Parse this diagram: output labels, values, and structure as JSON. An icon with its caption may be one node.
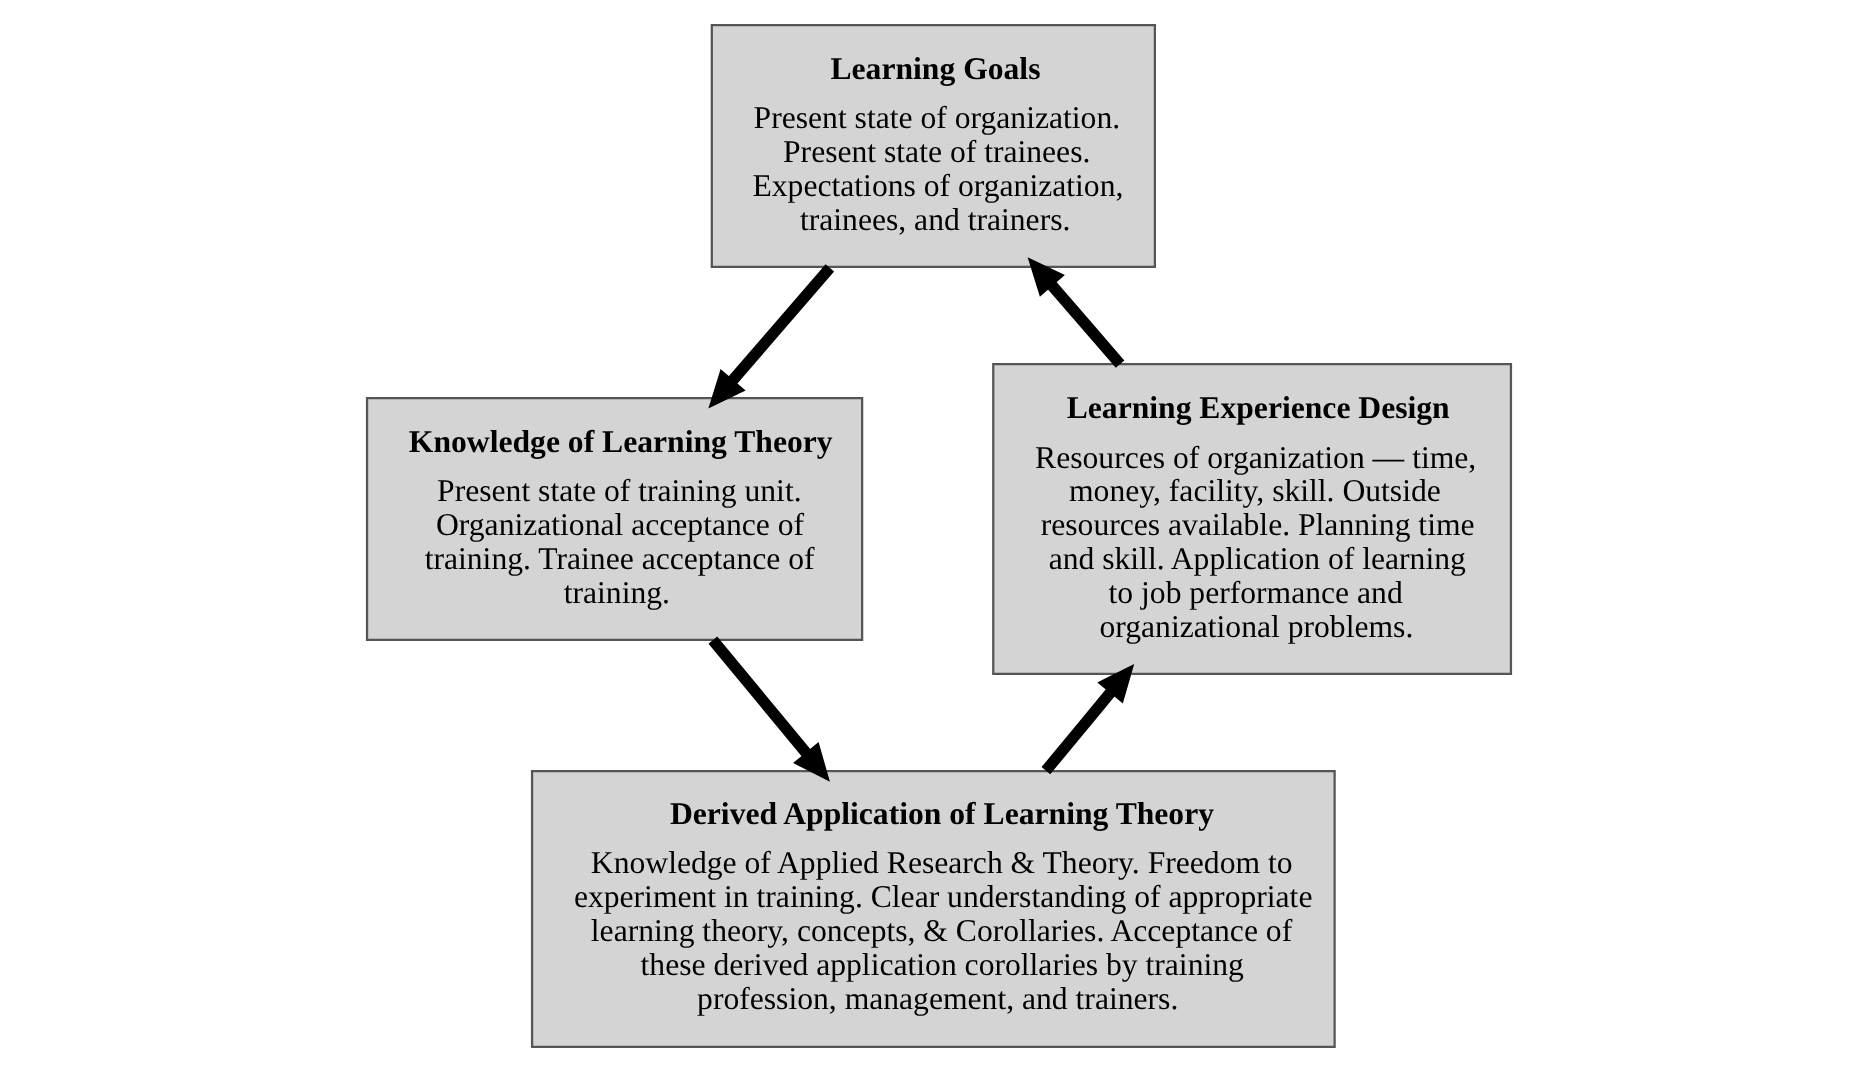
{
  "diagram": {
    "nodes": [
      {
        "text": [
          "Learning Goals",
          "Present state of organization. Present state of trainees. Expectations of organization, trainees, and trainers."
        ]
      },
      {
        "text": [
          "Learning Experience Design",
          "Resources of organization — time, money, facility, skill. Outside resources available. Planning time and skill. Application of learning to job performance and organizational problems."
        ]
      },
      {
        "text": [
          "Knowledge of Learning Theory",
          "Present state of training unit. Organizational acceptance of training. Trainee acceptance of training."
        ]
      },
      {
        "text": [
          "Derived Application of Learning Theory",
          "Knowledge of Applied Research & Theory. Freedom to experiment in training. Clear understanding of appropriate learning theory, concepts, & Corollaries. Acceptance of these derived application corollaries by training profession, management, and trainers."
        ]
      }
    ],
    "edges": [
      {
        "from": 0,
        "to": 2,
        "arrow": "to"
      },
      {
        "from": 2,
        "to": 3,
        "arrow": "to"
      },
      {
        "from": 3,
        "to": 1,
        "arrow": "to"
      },
      {
        "from": 1,
        "to": 0,
        "arrow": "to"
      }
    ]
  }
}
